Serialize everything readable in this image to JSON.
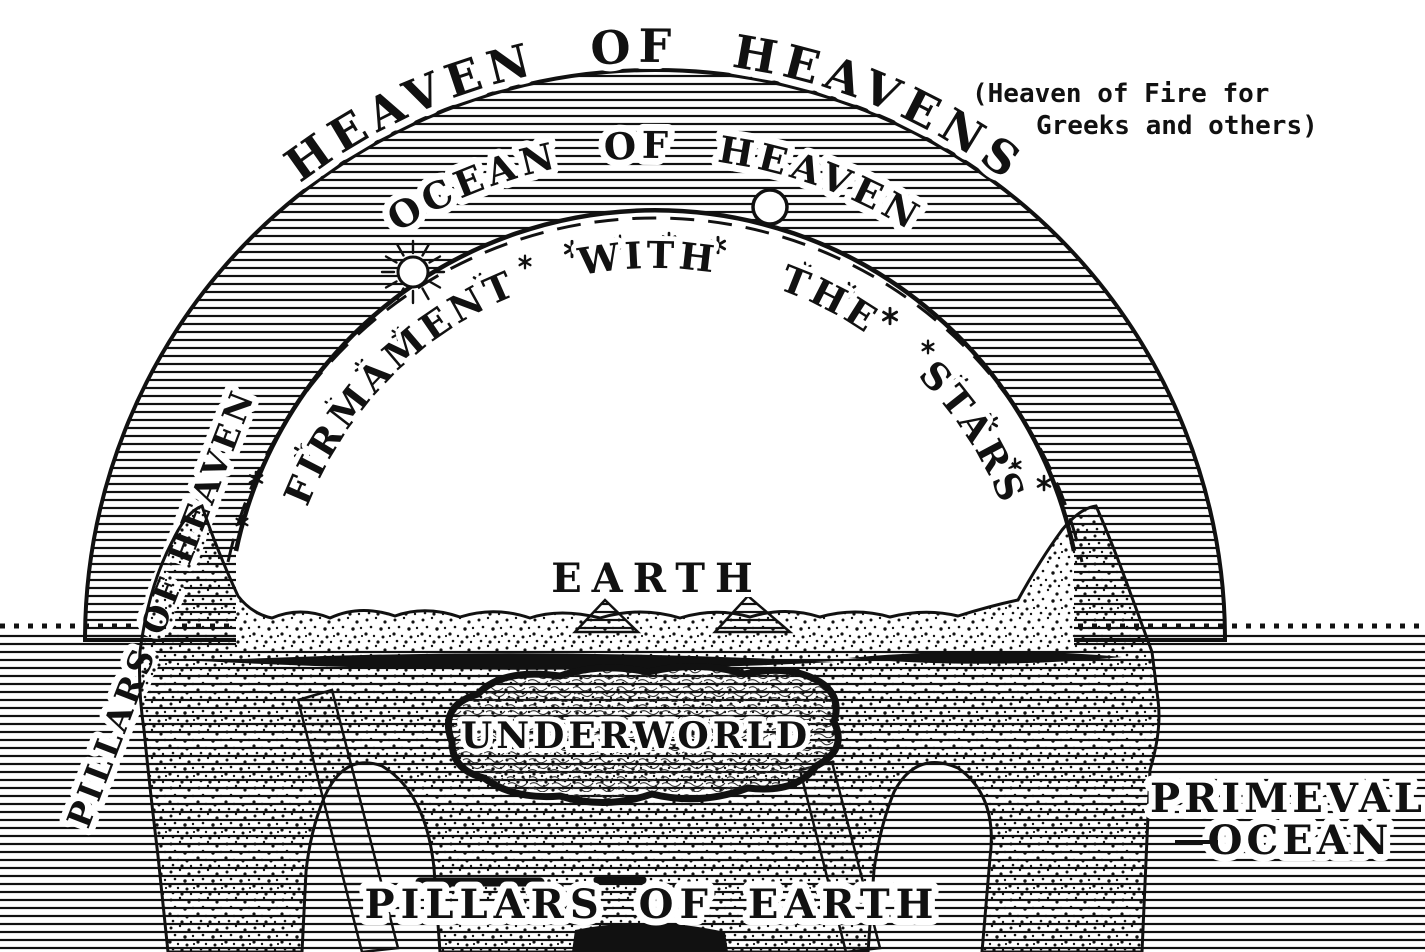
{
  "diagram": {
    "kind": "ancient-cosmology-cross-section",
    "colors": {
      "ink": "#111111",
      "paper": "#ffffff"
    },
    "labels": {
      "title": "HEAVEN OF HEAVENS",
      "annotation1": "(Heaven of Fire for",
      "annotation2": "Greeks and others)",
      "ocean_of_heaven": "OCEAN OF HEAVEN",
      "firmament": "FIRMAMENT WITH THE STARS",
      "pillars_of_heaven": "PILLARS OF HEAVEN",
      "earth": "EARTH",
      "underworld": "UNDERWORLD",
      "primeval1": "PRIMEVAL",
      "primeval2": "OCEAN",
      "pillars_of_earth": "PILLARS OF EARTH"
    },
    "icons": {
      "sun": "sun-icon",
      "moon": "moon-icon",
      "stars": "star-icons"
    }
  }
}
